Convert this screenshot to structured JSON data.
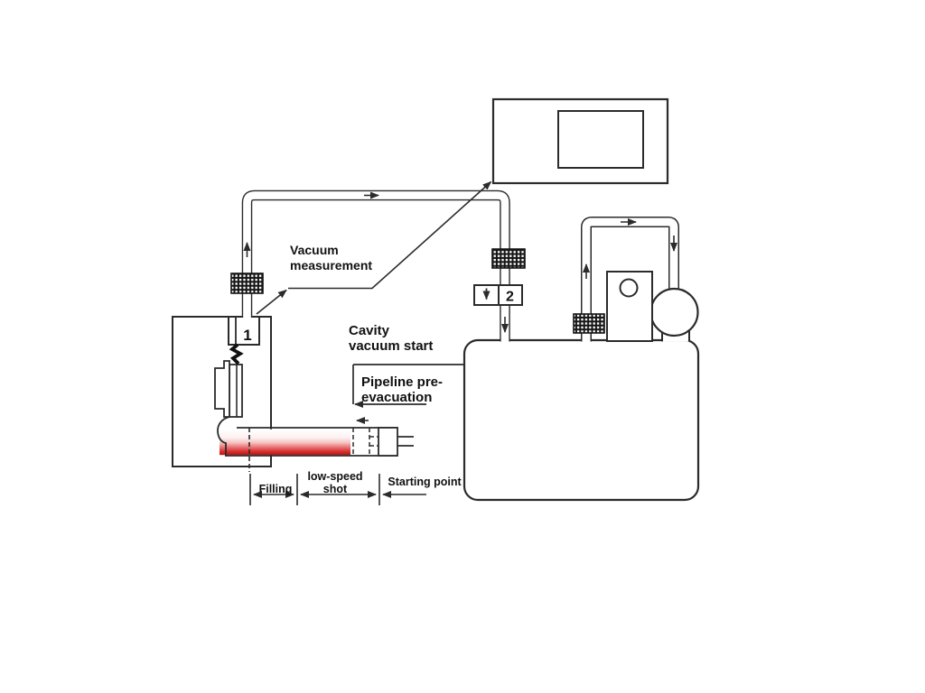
{
  "diagram": {
    "annotations": {
      "vacuum_measurement": {
        "line1": "Vacuum",
        "line2": "measurement"
      },
      "cavity_vacuum_start": {
        "line1": "Cavity",
        "line2": "vacuum start"
      },
      "pipeline_pre_evacuation": {
        "line1": "Pipeline pre-",
        "line2": "evacuation"
      }
    },
    "dimensions": {
      "filling": "Filling",
      "low_speed_shot_line1": "low-speed",
      "low_speed_shot_line2": "shot",
      "starting_point": "Starting point"
    },
    "valves": {
      "valve1_label": "1",
      "valve2_label": "2"
    },
    "colors": {
      "line": "#2b2b2b",
      "text": "#111111",
      "melt_red": "#c01212",
      "background": "#ffffff"
    }
  }
}
